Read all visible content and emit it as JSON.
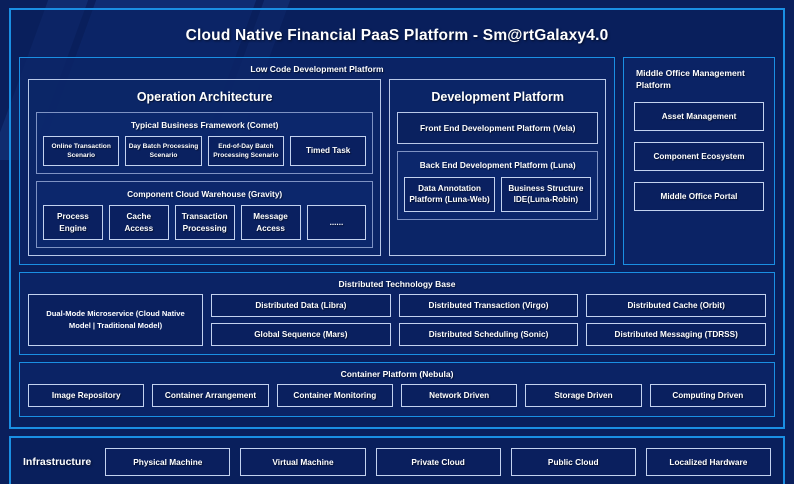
{
  "colors": {
    "background": "#0a1f5c",
    "accent_border": "#1a8fe3",
    "panel_border": "#c3d2ef",
    "text": "#ffffff"
  },
  "title": "Cloud Native Financial PaaS Platform - Sm@rtGalaxy4.0",
  "low_code": {
    "header": "Low Code Development Platform",
    "operation": {
      "title": "Operation Architecture",
      "groups": [
        {
          "title": "Typical Business Framework (Comet)",
          "items": [
            "Online Transaction Scenario",
            "Day Batch Processing Scenario",
            "End-of-Day Batch Processing Scenario",
            "Timed Task"
          ]
        },
        {
          "title": "Component Cloud Warehouse (Gravity)",
          "items": [
            "Process Engine",
            "Cache Access",
            "Transaction Processing",
            "Message Access",
            "......"
          ]
        }
      ]
    },
    "development": {
      "title": "Development Platform",
      "front_end": "Front End Development Platform (Vela)",
      "back_end": {
        "title": "Back End Development Platform (Luna)",
        "items": [
          "Data Annotation Platform (Luna-Web)",
          "Business Structure IDE(Luna-Robin)"
        ]
      }
    }
  },
  "middle_office": {
    "title": "Middle Office Management Platform",
    "items": [
      "Asset Management",
      "Component Ecosystem",
      "Middle Office Portal"
    ]
  },
  "distributed_technology_base": {
    "header": "Distributed Technology Base",
    "highlight": "Dual-Mode Microservice (Cloud Native Model | Traditional Model)",
    "row1": [
      "Distributed Data (Libra)",
      "Distributed Transaction (Virgo)",
      "Distributed Cache (Orbit)"
    ],
    "row2": [
      "Global Sequence (Mars)",
      "Distributed Scheduling (Sonic)",
      "Distributed Messaging (TDRSS)"
    ]
  },
  "container_platform": {
    "header": "Container Platform (Nebula)",
    "items": [
      "Image Repository",
      "Container Arrangement",
      "Container Monitoring",
      "Network Driven",
      "Storage Driven",
      "Computing Driven"
    ]
  },
  "infrastructure": {
    "label": "Infrastructure",
    "items": [
      "Physical Machine",
      "Virtual Machine",
      "Private Cloud",
      "Public Cloud",
      "Localized Hardware"
    ]
  }
}
